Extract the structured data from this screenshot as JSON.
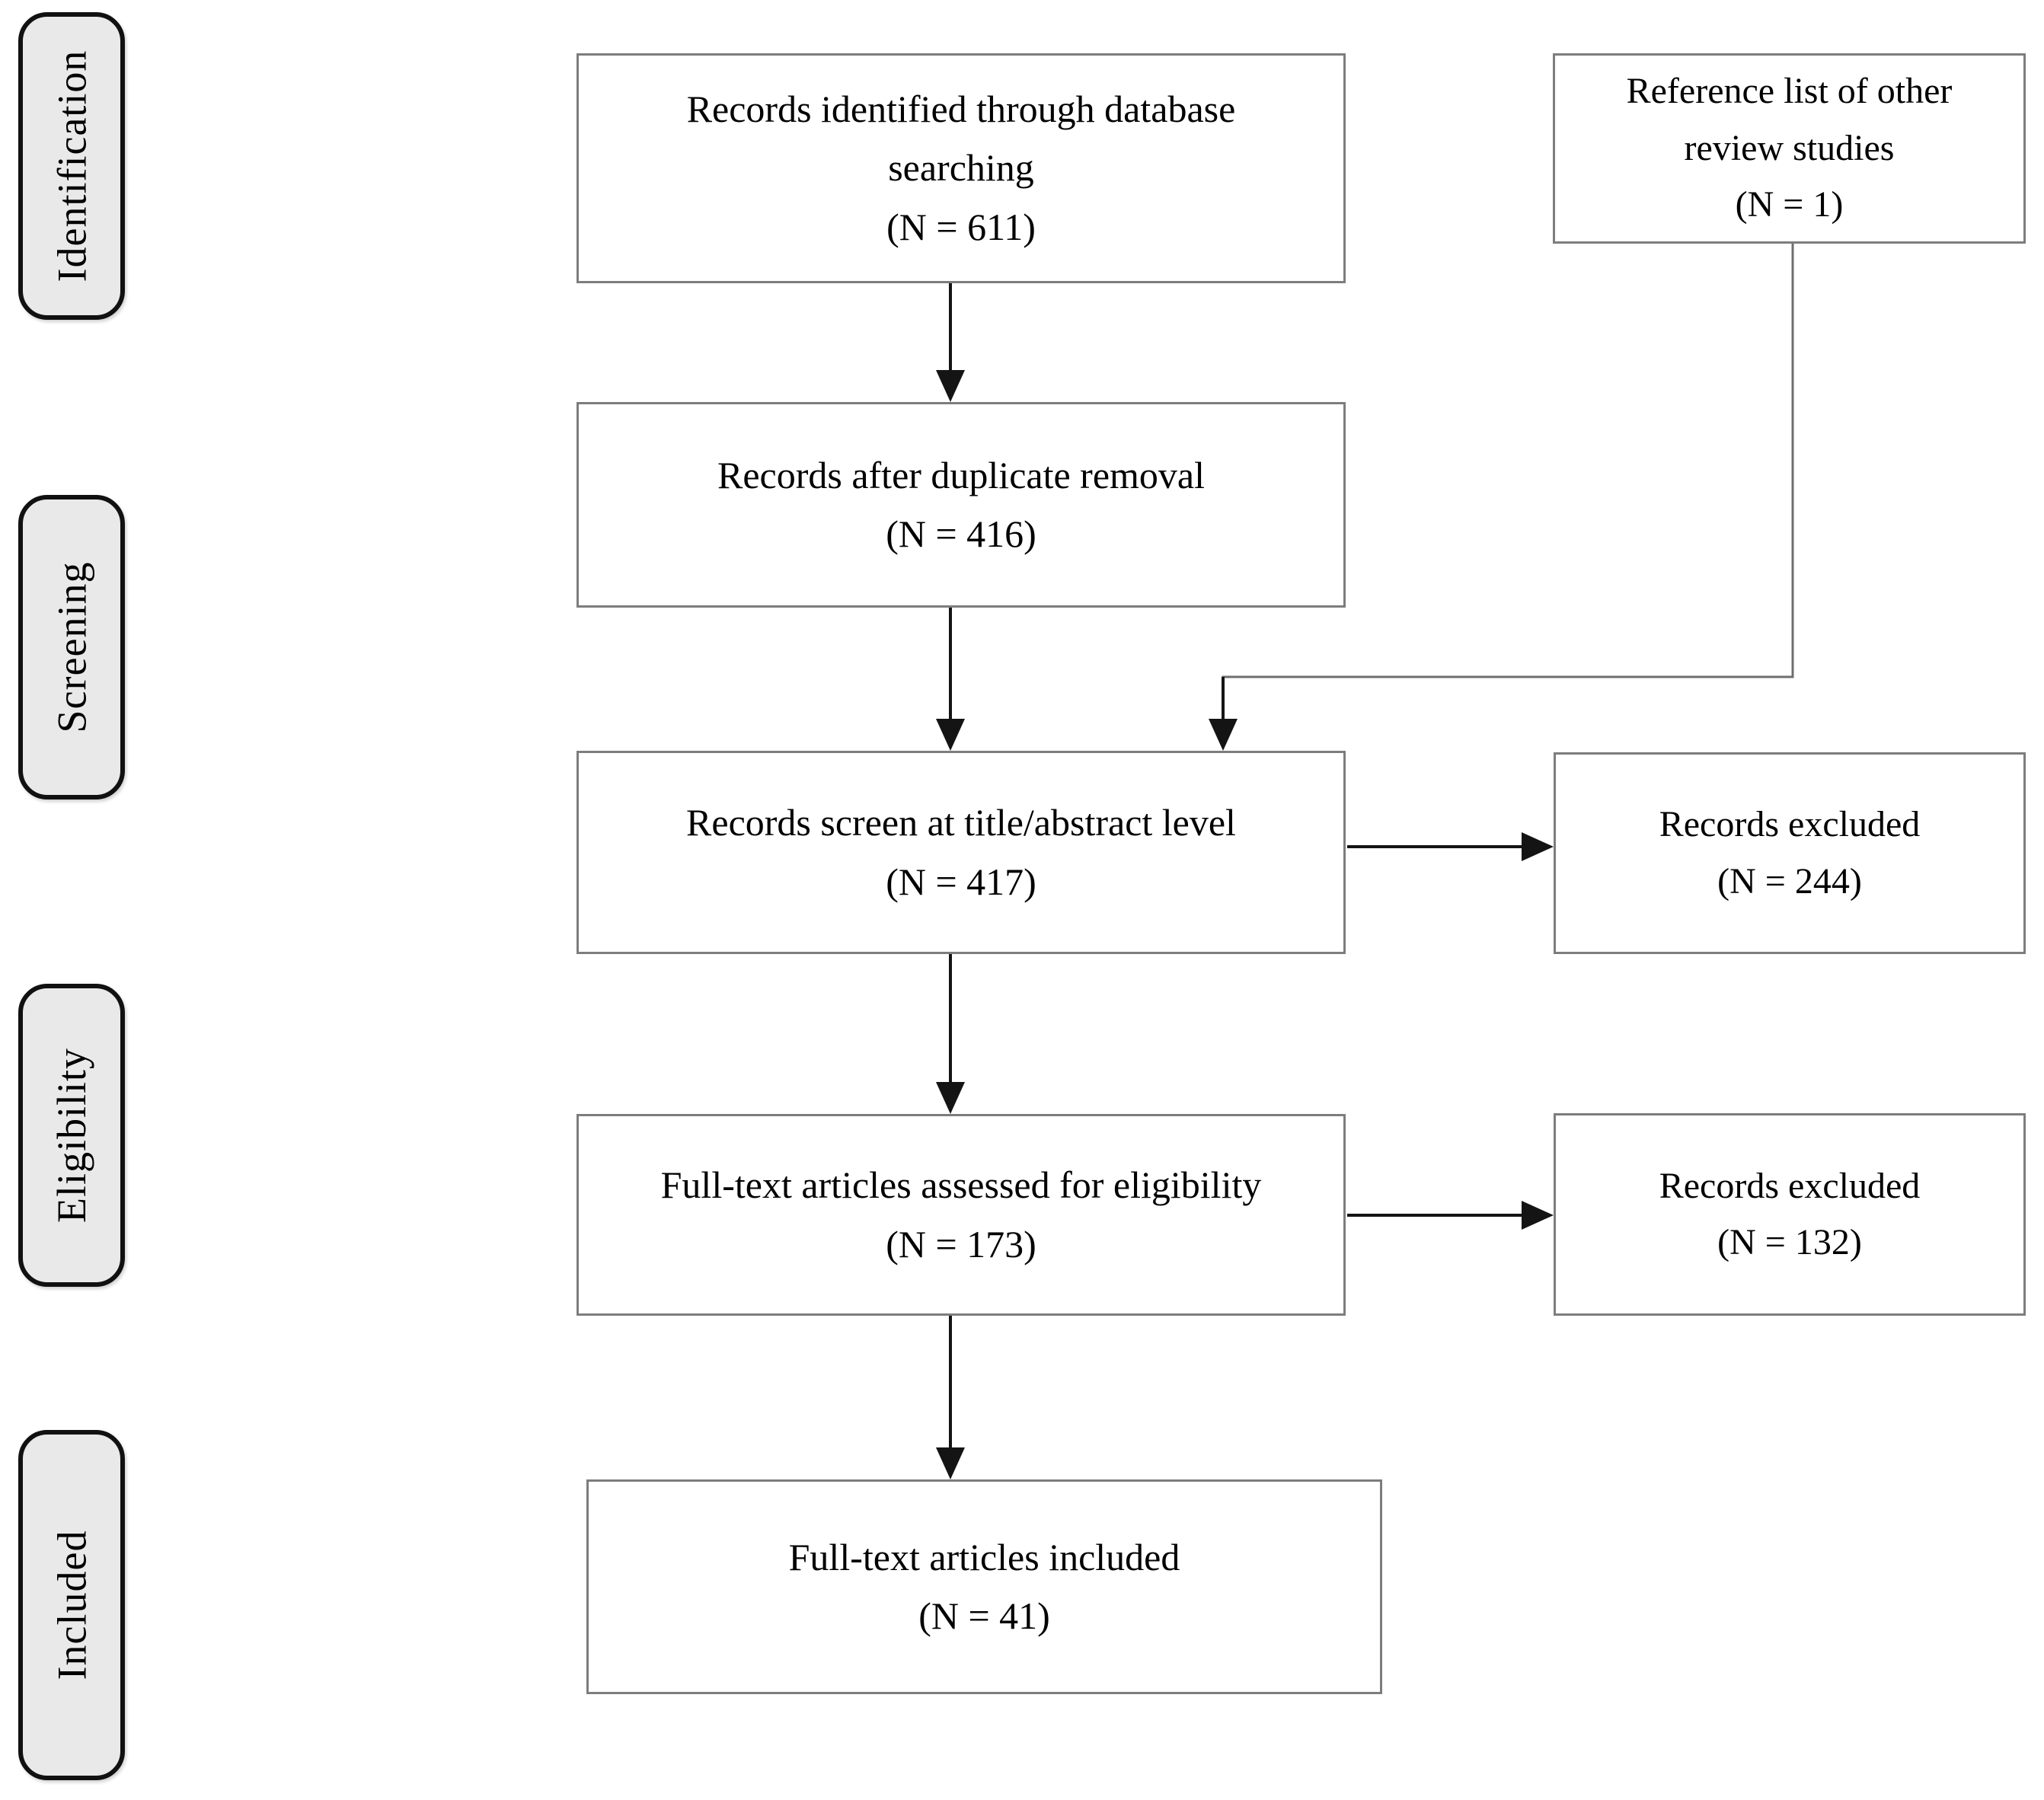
{
  "stages": {
    "identification": "Identification",
    "screening": "Screening",
    "eligibility": "Eligibility",
    "included": "Included"
  },
  "boxes": {
    "identified": {
      "lines": [
        "Records identified through database",
        "searching",
        "(N = 611)"
      ],
      "n": 611
    },
    "deduplicated": {
      "lines": [
        "Records after duplicate removal",
        "(N = 416)"
      ],
      "n": 416
    },
    "screened": {
      "lines": [
        "Records screen at title/abstract level",
        "(N = 417)"
      ],
      "n": 417
    },
    "fulltext_assessed": {
      "lines": [
        "Full-text articles assessed for eligibility",
        "(N = 173)"
      ],
      "n": 173
    },
    "fulltext_included": {
      "lines": [
        "Full-text articles included",
        "(N = 41)"
      ],
      "n": 41
    },
    "reference_list": {
      "lines": [
        "Reference list of other",
        "review studies",
        "(N = 1)"
      ],
      "n": 1
    },
    "excluded_screening": {
      "lines": [
        "Records excluded",
        "(N = 244)"
      ],
      "n": 244
    },
    "excluded_eligibility": {
      "lines": [
        "Records excluded",
        "(N = 132)"
      ],
      "n": 132
    }
  },
  "colors": {
    "background": "#ffffff",
    "stage_fill": "#e9e9e9",
    "stage_border": "#111111",
    "box_border": "#7d7d7d",
    "arrow": "#141414",
    "connector": "#6e6e6e",
    "text": "#000000"
  }
}
